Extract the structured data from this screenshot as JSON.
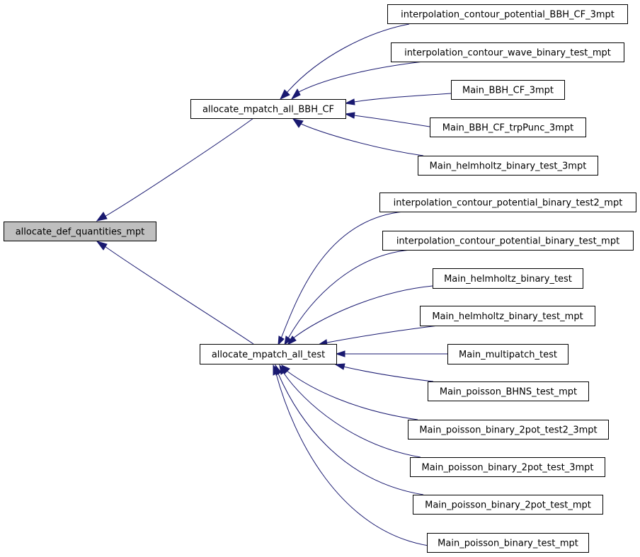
{
  "diagram": {
    "type": "call-graph",
    "colors": {
      "root_fill": "#bfbfbf",
      "node_fill": "#ffffff",
      "node_border": "#000000",
      "edge": "#191970"
    },
    "nodes": [
      {
        "id": "root",
        "label": "allocate_def_quantities_mpt",
        "highlight": true
      },
      {
        "id": "bbh",
        "label": "allocate_mpatch_all_BBH_CF"
      },
      {
        "id": "test",
        "label": "allocate_mpatch_all_test"
      },
      {
        "id": "c1",
        "label": "interpolation_contour_potential_BBH_CF_3mpt"
      },
      {
        "id": "c2",
        "label": "interpolation_contour_wave_binary_test_mpt"
      },
      {
        "id": "c3",
        "label": "Main_BBH_CF_3mpt"
      },
      {
        "id": "c4",
        "label": "Main_BBH_CF_trpPunc_3mpt"
      },
      {
        "id": "c5",
        "label": "Main_helmholtz_binary_test_3mpt"
      },
      {
        "id": "d1",
        "label": "interpolation_contour_potential_binary_test2_mpt"
      },
      {
        "id": "d2",
        "label": "interpolation_contour_potential_binary_test_mpt"
      },
      {
        "id": "d3",
        "label": "Main_helmholtz_binary_test"
      },
      {
        "id": "d4",
        "label": "Main_helmholtz_binary_test_mpt"
      },
      {
        "id": "d5",
        "label": "Main_multipatch_test"
      },
      {
        "id": "d6",
        "label": "Main_poisson_BHNS_test_mpt"
      },
      {
        "id": "d7",
        "label": "Main_poisson_binary_2pot_test2_3mpt"
      },
      {
        "id": "d8",
        "label": "Main_poisson_binary_2pot_test_3mpt"
      },
      {
        "id": "d9",
        "label": "Main_poisson_binary_2pot_test_mpt"
      },
      {
        "id": "d10",
        "label": "Main_poisson_binary_test_mpt"
      }
    ],
    "edges": [
      {
        "from": "bbh",
        "to": "root"
      },
      {
        "from": "test",
        "to": "root"
      },
      {
        "from": "c1",
        "to": "bbh"
      },
      {
        "from": "c2",
        "to": "bbh"
      },
      {
        "from": "c3",
        "to": "bbh"
      },
      {
        "from": "c4",
        "to": "bbh"
      },
      {
        "from": "c5",
        "to": "bbh"
      },
      {
        "from": "d1",
        "to": "test"
      },
      {
        "from": "d2",
        "to": "test"
      },
      {
        "from": "d3",
        "to": "test"
      },
      {
        "from": "d4",
        "to": "test"
      },
      {
        "from": "d5",
        "to": "test"
      },
      {
        "from": "d6",
        "to": "test"
      },
      {
        "from": "d7",
        "to": "test"
      },
      {
        "from": "d8",
        "to": "test"
      },
      {
        "from": "d9",
        "to": "test"
      },
      {
        "from": "d10",
        "to": "test"
      }
    ]
  }
}
